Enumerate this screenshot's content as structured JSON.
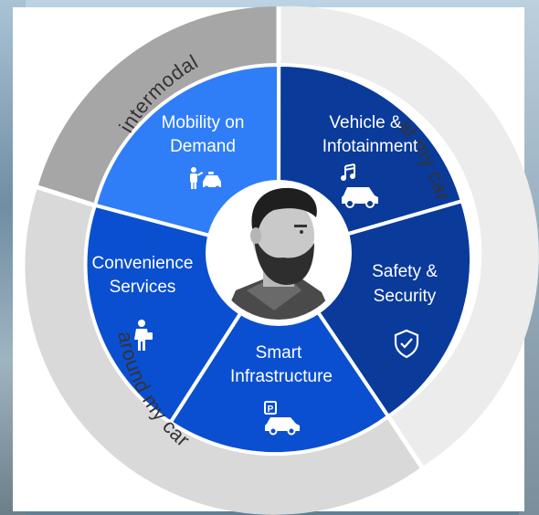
{
  "colors": {
    "light_blue": "#2f7ef7",
    "mid_blue": "#0a4fd0",
    "dark_blue": "#0a3a9a",
    "ring_dark_gray": "#a6a6a6",
    "ring_light_gray": "#ececec",
    "ring_mid_gray": "#d9d9d9"
  },
  "ring": {
    "intermodal": "intermodal",
    "at_my_car": "at my car",
    "around_my_car": "around my car"
  },
  "segments": {
    "mobility": {
      "line1": "Mobility on",
      "line2": "Demand",
      "icon": "person-taxi-icon"
    },
    "vehicle": {
      "line1": "Vehicle &",
      "line2": "Infotainment",
      "icon": "car-music-icon"
    },
    "safety": {
      "line1": "Safety &",
      "line2": "Security",
      "icon": "shield-check-icon"
    },
    "smart": {
      "line1": "Smart",
      "line2": "Infrastructure",
      "icon": "parking-car-icon"
    },
    "convenience": {
      "line1": "Convenience",
      "line2": "Services",
      "icon": "concierge-person-icon"
    }
  },
  "center": {
    "icon": "man-portrait-icon"
  }
}
